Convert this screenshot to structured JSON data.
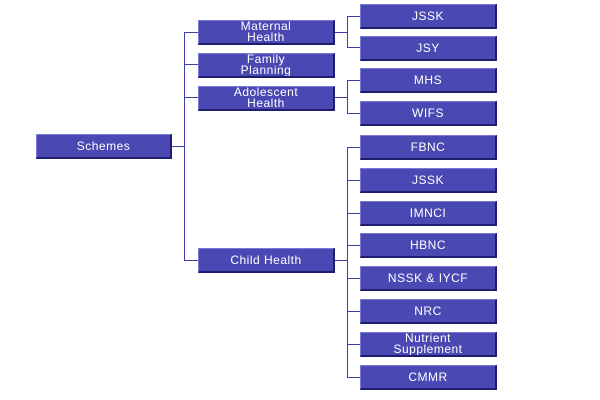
{
  "root": {
    "label": "Schemes"
  },
  "categories": [
    {
      "label": "Maternal Health",
      "children": [
        "JSSK",
        "JSY"
      ]
    },
    {
      "label": "Family Planning",
      "children": []
    },
    {
      "label": "Adolescent Health",
      "children": [
        "MHS",
        "WIFS"
      ]
    },
    {
      "label": "Child Health",
      "children": [
        "FBNC",
        "JSSK",
        "IMNCI",
        "HBNC",
        "NSSK & IYCF",
        "NRC",
        "Nutrient Supplement",
        "CMMR"
      ]
    }
  ],
  "colors": {
    "box_fill": "#4a49b3",
    "box_text": "#ffffff",
    "connector": "#3d3da8",
    "background": "#ffffff"
  }
}
